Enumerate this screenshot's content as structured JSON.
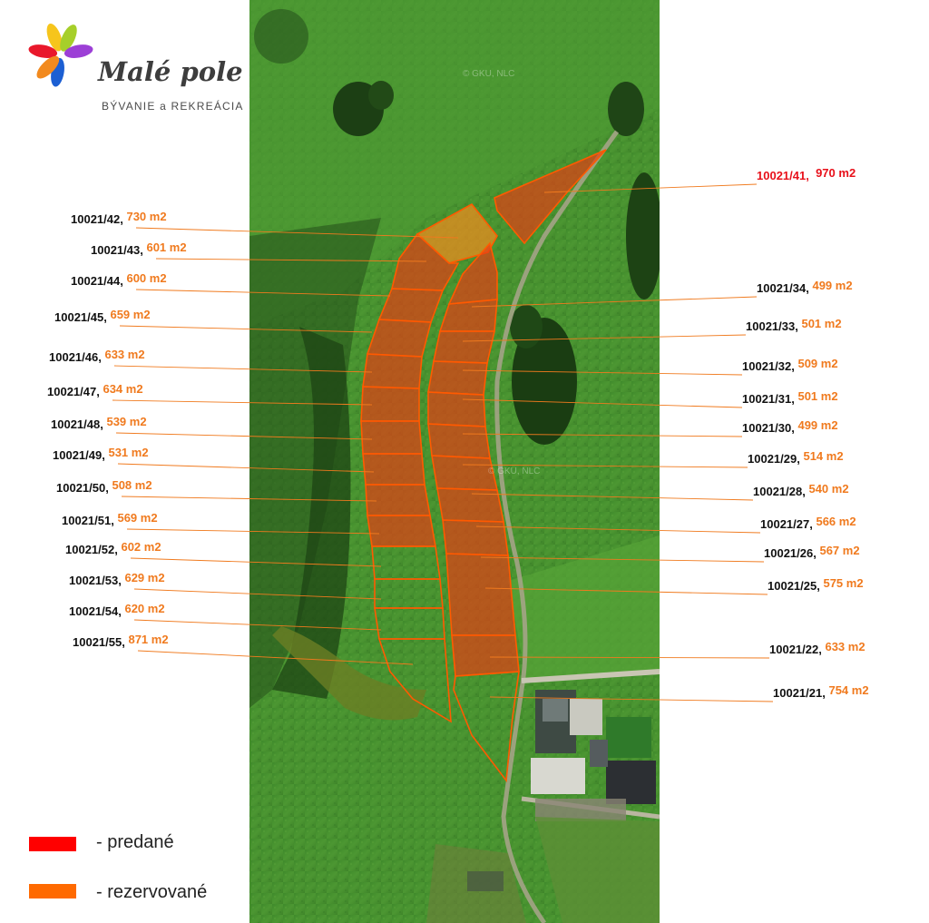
{
  "logo": {
    "name": "Malé pole",
    "tagline": "BÝVANIE a REKREÁCIA",
    "petal_colors": [
      "#f6c51c",
      "#a6cf2a",
      "#9c3fd6",
      "#e9182b",
      "#1c5fd3",
      "#f28a1e"
    ]
  },
  "watermark": "© GKU, NLC",
  "colors": {
    "sold": "#ff0000",
    "reserved": "#ff6a00",
    "plot_outline": "#ff5a00"
  },
  "legend": {
    "sold_label": "- predané",
    "reserved_label": "-  rezervované"
  },
  "plots": [
    {
      "id": "10021/41",
      "area": "970 m2",
      "status": "sold",
      "separator": ",  "
    },
    {
      "id": "10021/42",
      "area": "730 m2",
      "status": "reserved",
      "separator": ", "
    },
    {
      "id": "10021/43",
      "area": "601 m2",
      "status": "sold",
      "separator": ", "
    },
    {
      "id": "10021/44",
      "area": "600 m2",
      "status": "sold",
      "separator": ", "
    },
    {
      "id": "10021/45",
      "area": "659 m2",
      "status": "sold",
      "separator": ", "
    },
    {
      "id": "10021/46",
      "area": "633 m2",
      "status": "sold",
      "separator": ", "
    },
    {
      "id": "10021/47",
      "area": "634 m2",
      "status": "sold",
      "separator": ", "
    },
    {
      "id": "10021/48",
      "area": "539 m2",
      "status": "sold",
      "separator": ", "
    },
    {
      "id": "10021/49",
      "area": "531 m2",
      "status": "sold",
      "separator": ", "
    },
    {
      "id": "10021/50",
      "area": "508 m2",
      "status": "sold",
      "separator": ", "
    },
    {
      "id": "10021/51",
      "area": "569 m2",
      "status": "sold",
      "separator": ", "
    },
    {
      "id": "10021/52",
      "area": "602 m2",
      "status": "free",
      "separator": ", "
    },
    {
      "id": "10021/53",
      "area": "629 m2",
      "status": "free",
      "separator": ", "
    },
    {
      "id": "10021/54",
      "area": "620 m2",
      "status": "free",
      "separator": ", "
    },
    {
      "id": "10021/55",
      "area": "871 m2",
      "status": "free",
      "separator": ", "
    },
    {
      "id": "10021/34",
      "area": "499 m2",
      "status": "sold",
      "separator": ", "
    },
    {
      "id": "10021/33",
      "area": "501 m2",
      "status": "sold",
      "separator": ", "
    },
    {
      "id": "10021/32",
      "area": "509 m2",
      "status": "sold",
      "separator": ", "
    },
    {
      "id": "10021/31",
      "area": "501 m2",
      "status": "sold",
      "separator": ", "
    },
    {
      "id": "10021/30",
      "area": "499 m2",
      "status": "sold",
      "separator": ", "
    },
    {
      "id": "10021/29",
      "area": "514 m2",
      "status": "sold",
      "separator": ", "
    },
    {
      "id": "10021/28",
      "area": "540 m2",
      "status": "sold",
      "separator": ", "
    },
    {
      "id": "10021/27",
      "area": "566 m2",
      "status": "sold",
      "separator": ", "
    },
    {
      "id": "10021/26",
      "area": "567 m2",
      "status": "sold",
      "separator": ", "
    },
    {
      "id": "10021/25",
      "area": "575 m2",
      "status": "sold",
      "separator": ", "
    },
    {
      "id": "10021/22",
      "area": "633 m2",
      "status": "sold",
      "separator": ", "
    },
    {
      "id": "10021/21",
      "area": "754 m2",
      "status": "free",
      "separator": ", "
    }
  ]
}
